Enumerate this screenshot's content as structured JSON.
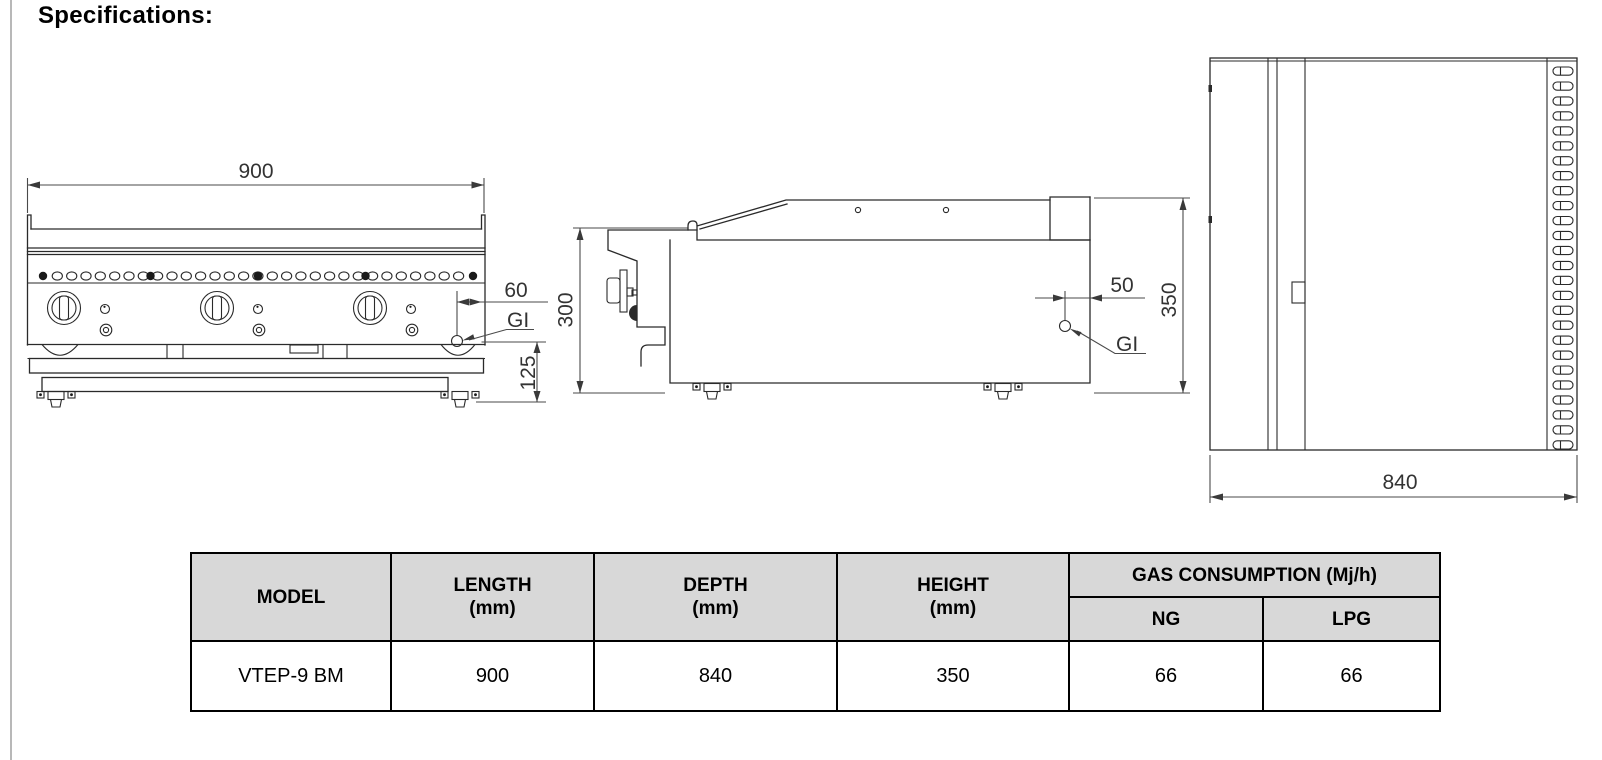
{
  "page": {
    "title": "Specifications:"
  },
  "drawings": {
    "front_view": {
      "width_dim": "900",
      "gas_inlet_offset_dim": "60",
      "gas_inlet_height_dim": "125",
      "gas_inlet_label": "GI"
    },
    "side_view": {
      "body_height_dim": "300",
      "gas_inlet_offset_dim": "50",
      "overall_height_dim": "350",
      "gas_inlet_label": "GI"
    },
    "top_view": {
      "depth_dim": "840"
    }
  },
  "spec_table": {
    "headers": {
      "model": "MODEL",
      "length": "LENGTH",
      "length_unit": "(mm)",
      "depth": "DEPTH",
      "depth_unit": "(mm)",
      "height": "HEIGHT",
      "height_unit": "(mm)",
      "gas_consumption": "GAS CONSUMPTION (Mj/h)",
      "ng": "NG",
      "lpg": "LPG"
    },
    "rows": [
      {
        "model": "VTEP-9 BM",
        "length": "900",
        "depth": "840",
        "height": "350",
        "ng": "66",
        "lpg": "66"
      }
    ]
  },
  "colors": {
    "table_header_bg": "#d8d8d8",
    "drawing_line": "#2a2a2a"
  }
}
